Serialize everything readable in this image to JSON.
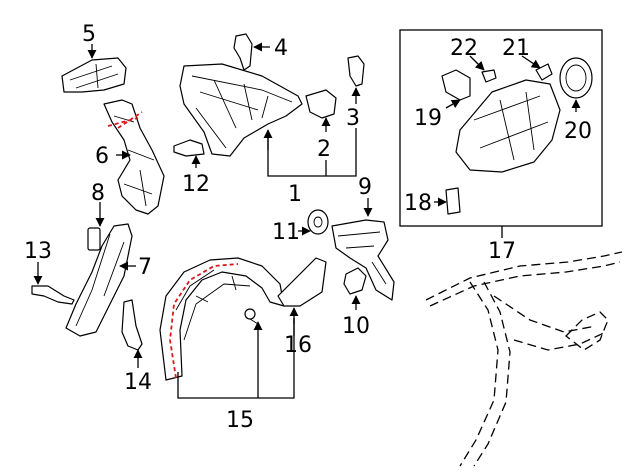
{
  "diagram": {
    "callouts": {
      "c1": "1",
      "c2": "2",
      "c3": "3",
      "c4": "4",
      "c5": "5",
      "c6": "6",
      "c7": "7",
      "c8": "8",
      "c9": "9",
      "c10": "10",
      "c11": "11",
      "c12": "12",
      "c13": "13",
      "c14": "14",
      "c15": "15",
      "c16": "16",
      "c17": "17",
      "c18": "18",
      "c19": "19",
      "c20": "20",
      "c21": "21",
      "c22": "22"
    },
    "colors": {
      "line": "#000000",
      "highlight": "#d7191c",
      "background": "#ffffff"
    }
  }
}
